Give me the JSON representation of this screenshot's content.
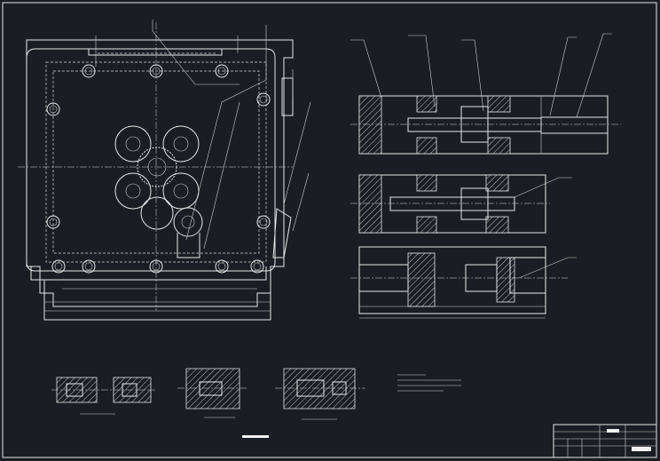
{
  "drawing": {
    "background": "#1b1d24",
    "line_color": "#e6e6e6",
    "views": [
      "main-plan-view",
      "section-view-1",
      "section-view-2",
      "section-view-3",
      "detail-view-1",
      "detail-view-2",
      "detail-view-3"
    ],
    "title_block": {
      "visible_text": []
    }
  }
}
